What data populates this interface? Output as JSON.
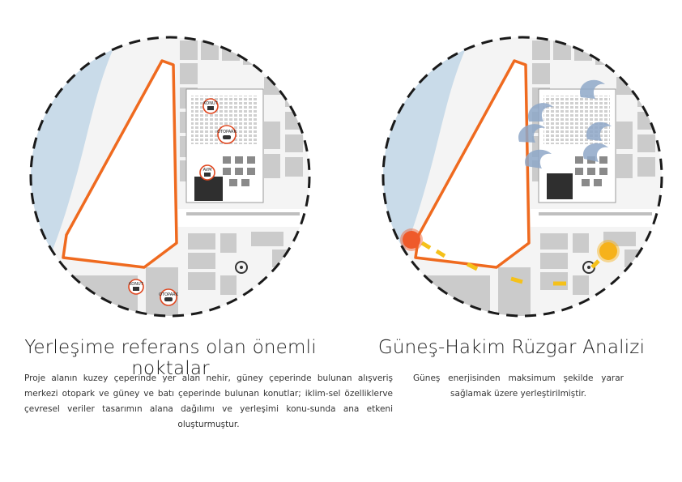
{
  "left_panel": {
    "title": "Yerleşime referans olan önemli noktalar",
    "body": "Proje alanın kuzey çeperinde yer alan nehir, güney çeperinde bulunan alışveriş merkezi otopark ve güney ve batı çeperinde bulunan konutlar; iklim-sel özelliklerve çevresel veriler tasarımın alana dağılımı ve yerleşimi konu-sunda ana etkeni oluşturmuştur.",
    "markers": [
      {
        "label": "KONUT",
        "icon": "house-icon"
      },
      {
        "label": "OTOPARK",
        "icon": "car-icon"
      },
      {
        "label": "AVM",
        "icon": "shopping-icon"
      },
      {
        "label": "KONUT",
        "icon": "house-icon"
      },
      {
        "label": "OTOPARK",
        "icon": "car-icon"
      }
    ]
  },
  "right_panel": {
    "title": "Güneş-Hakim Rüzgar Analizi",
    "body": "Güneş enerjisinden maksimum şekilde yarar sağlamak üzere yerleştirilmiştir."
  },
  "colors": {
    "site_outline": "#ef6a1f",
    "river": "#c9dbe9",
    "blocks": "#cbcbcb",
    "sun_sunset": "#ef5a2a",
    "sun_sunrise": "#f6b21b",
    "wind": "#8fa8c8"
  }
}
